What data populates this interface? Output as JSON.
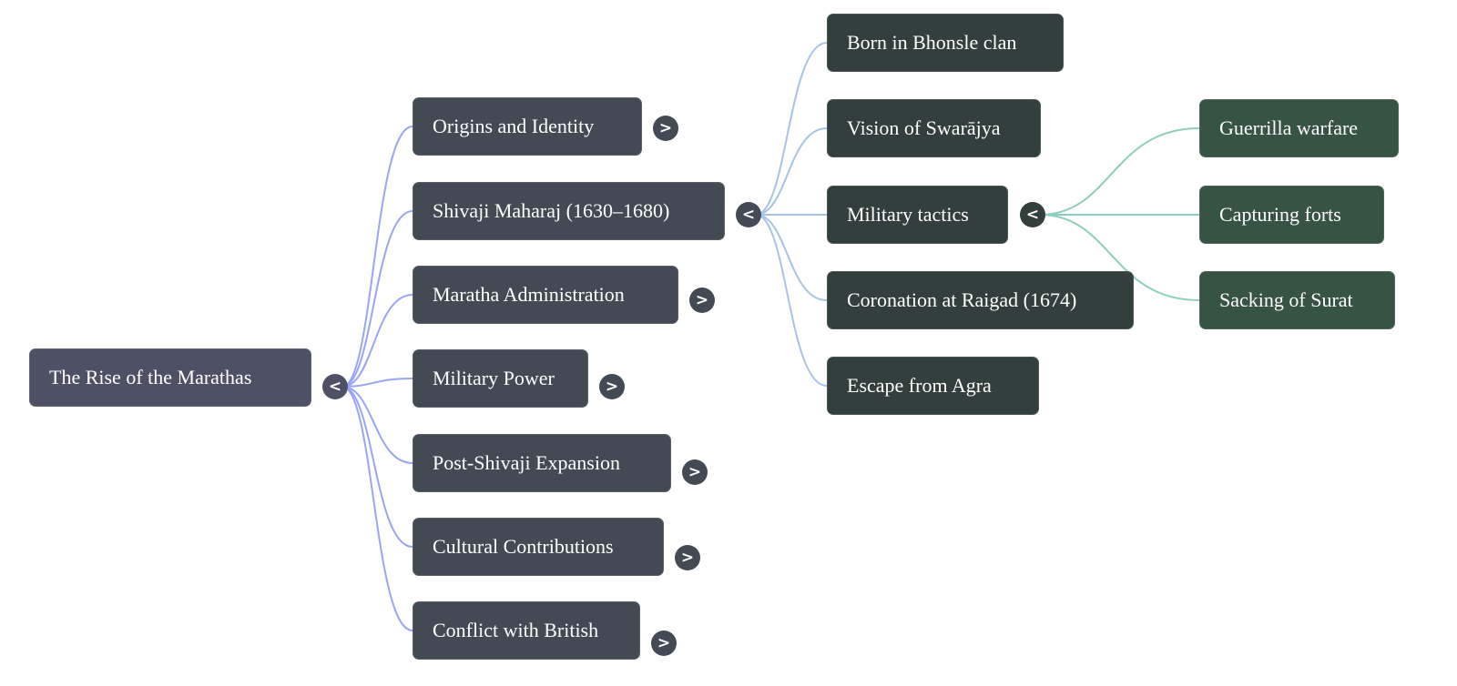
{
  "mindmap": {
    "root": {
      "label": "The Rise of the Marathas",
      "toggle": "<",
      "toggle_icon": "collapse-chevron-left"
    },
    "branches": [
      {
        "label": "Origins and Identity",
        "toggle": ">",
        "state": "collapsed"
      },
      {
        "label": "Shivaji Maharaj (1630–1680)",
        "toggle": "<",
        "state": "expanded"
      },
      {
        "label": "Maratha Administration",
        "toggle": ">",
        "state": "collapsed"
      },
      {
        "label": "Military Power",
        "toggle": ">",
        "state": "collapsed"
      },
      {
        "label": "Post-Shivaji Expansion",
        "toggle": ">",
        "state": "collapsed"
      },
      {
        "label": "Cultural Contributions",
        "toggle": ">",
        "state": "collapsed"
      },
      {
        "label": "Conflict with British",
        "toggle": ">",
        "state": "collapsed"
      }
    ],
    "shivaji_children": [
      {
        "label": "Born in Bhonsle clan"
      },
      {
        "label": "Vision of Swarājya"
      },
      {
        "label": "Military tactics",
        "toggle": "<",
        "state": "expanded"
      },
      {
        "label": "Coronation at Raigad (1674)"
      },
      {
        "label": "Escape from Agra"
      }
    ],
    "tactics_children": [
      {
        "label": "Guerrilla warfare"
      },
      {
        "label": "Capturing forts"
      },
      {
        "label": "Sacking of Surat"
      }
    ],
    "colors": {
      "root_fill": "#4e5065",
      "level1_fill": "#434a54",
      "level2_fill": "#323f3c",
      "level3_fill": "#375343",
      "link_level1": "#9aa6f5",
      "link_level2": "#a7c3e6",
      "link_level3": "#8ccfbd",
      "text": "#ffffff"
    }
  }
}
